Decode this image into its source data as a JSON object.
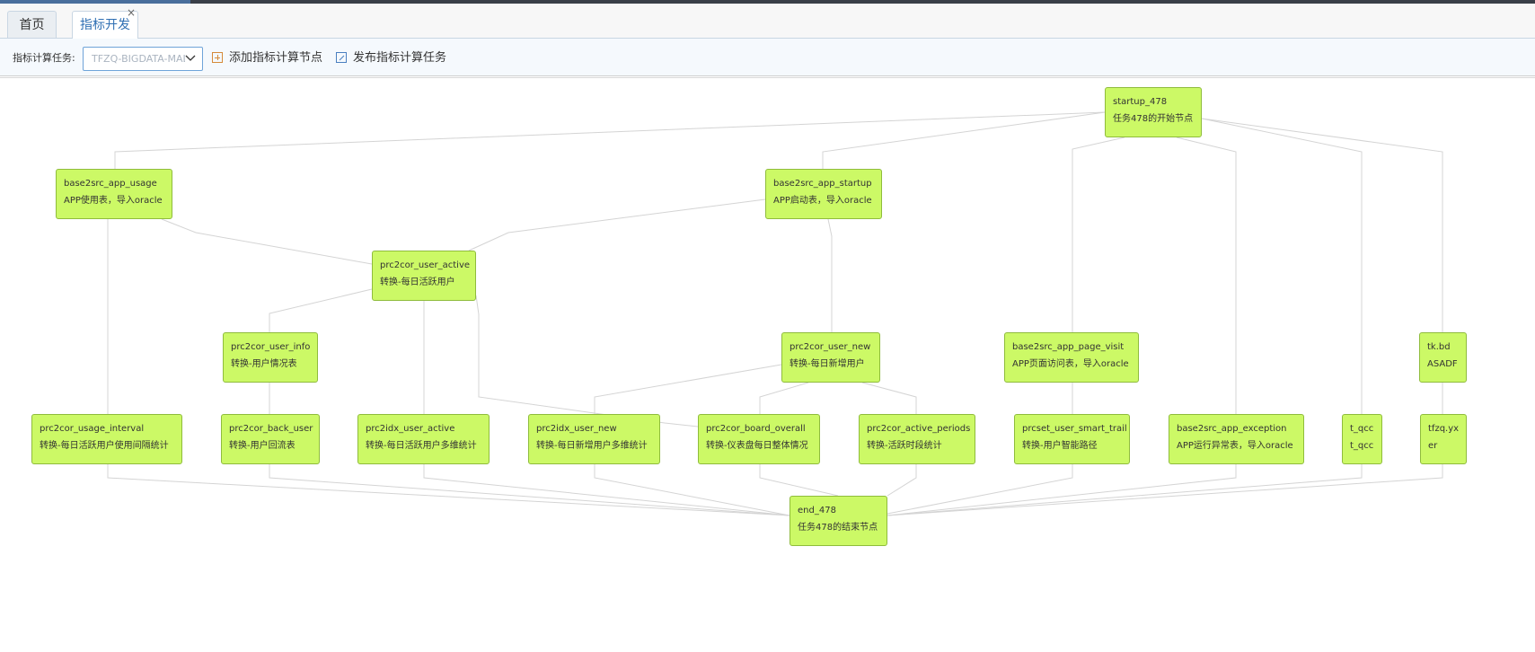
{
  "tabs": [
    {
      "label": "首页"
    },
    {
      "label": "指标开发",
      "close": "×"
    }
  ],
  "toolbar": {
    "task_label": "指标计算任务:",
    "task_value": "TFZQ-BIGDATA-MALL",
    "add_label": "添加指标计算节点",
    "publish_label": "发布指标计算任务"
  },
  "nodes": [
    {
      "id": "startup_478",
      "name": "startup_478",
      "desc": "任务478的开始节点"
    },
    {
      "id": "base2src_app_usage",
      "name": "base2src_app_usage",
      "desc": "APP使用表，导入oracle"
    },
    {
      "id": "base2src_app_startup",
      "name": "base2src_app_startup",
      "desc": "APP启动表，导入oracle"
    },
    {
      "id": "prc2cor_user_active",
      "name": "prc2cor_user_active",
      "desc": "转换-每日活跃用户"
    },
    {
      "id": "prc2cor_user_info",
      "name": "prc2cor_user_info",
      "desc": "转换-用户情况表"
    },
    {
      "id": "prc2cor_user_new",
      "name": "prc2cor_user_new",
      "desc": "转换-每日新增用户"
    },
    {
      "id": "base2src_app_page_visit",
      "name": "base2src_app_page_visit",
      "desc": "APP页面访问表，导入oracle"
    },
    {
      "id": "tk_bd",
      "name": "tk.bd",
      "desc": "ASADF"
    },
    {
      "id": "prc2cor_usage_interval",
      "name": "prc2cor_usage_interval",
      "desc": "转换-每日活跃用户使用间隔统计"
    },
    {
      "id": "prc2cor_back_user",
      "name": "prc2cor_back_user",
      "desc": "转换-用户回流表"
    },
    {
      "id": "prc2idx_user_active",
      "name": "prc2idx_user_active",
      "desc": "转换-每日活跃用户多维统计"
    },
    {
      "id": "prc2idx_user_new",
      "name": "prc2idx_user_new",
      "desc": "转换-每日新增用户多维统计"
    },
    {
      "id": "prc2cor_board_overall",
      "name": "prc2cor_board_overall",
      "desc": "转换-仪表盘每日整体情况"
    },
    {
      "id": "prc2cor_active_periods",
      "name": "prc2cor_active_periods",
      "desc": "转换-活跃时段统计"
    },
    {
      "id": "prcset_user_smart_trail",
      "name": "prcset_user_smart_trail",
      "desc": "转换-用户智能路径"
    },
    {
      "id": "base2src_app_exception",
      "name": "base2src_app_exception",
      "desc": "APP运行异常表，导入oracle"
    },
    {
      "id": "t_qcc",
      "name": "t_qcc",
      "desc": "t_qcc"
    },
    {
      "id": "tfzq_yxer",
      "name": "tfzq.yx",
      "desc": "er"
    },
    {
      "id": "end_478",
      "name": "end_478",
      "desc": "任务478的结束节点"
    }
  ]
}
